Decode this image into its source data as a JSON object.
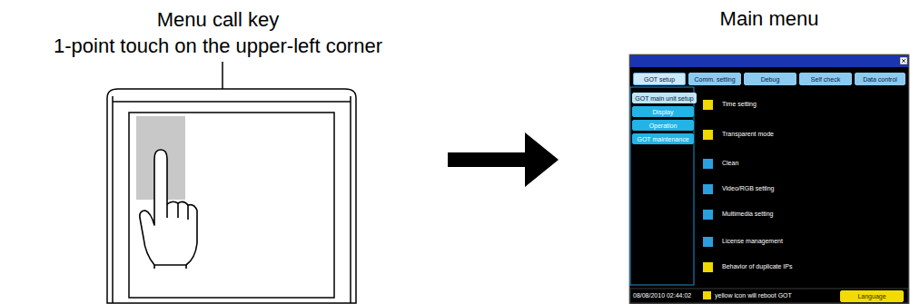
{
  "diagram": {
    "nodes": [
      {
        "text": [
          "Main menu"
        ]
      },
      {
        "text": [
          "GOT setup"
        ],
        "in": 0
      },
      {
        "text": [
          "Comm. setting"
        ],
        "in": 0
      },
      {
        "text": [
          "Debug"
        ],
        "in": 0
      },
      {
        "text": [
          "Self check"
        ],
        "in": 0
      },
      {
        "text": [
          "Data control"
        ],
        "in": 0
      },
      {
        "text": [
          "GOT main unit setup"
        ],
        "in": 0
      },
      {
        "text": [
          "Display"
        ],
        "in": 0
      },
      {
        "text": [
          "Operation"
        ],
        "in": 0
      },
      {
        "text": [
          "GOT maintenance"
        ],
        "in": 0
      },
      {
        "text": [
          "Language"
        ],
        "in": 0
      }
    ],
    "labels": [
      "Menu call key",
      "1-point touch on the upper-left corner",
      "Time setting",
      "Transparent mode",
      "Clean",
      "Video/RGB setting",
      "Multimedia setting",
      "License management",
      "Behavior of duplicate IPs",
      "08/08/2010 02:44:02",
      "yellow icon will reboot GOT"
    ]
  }
}
